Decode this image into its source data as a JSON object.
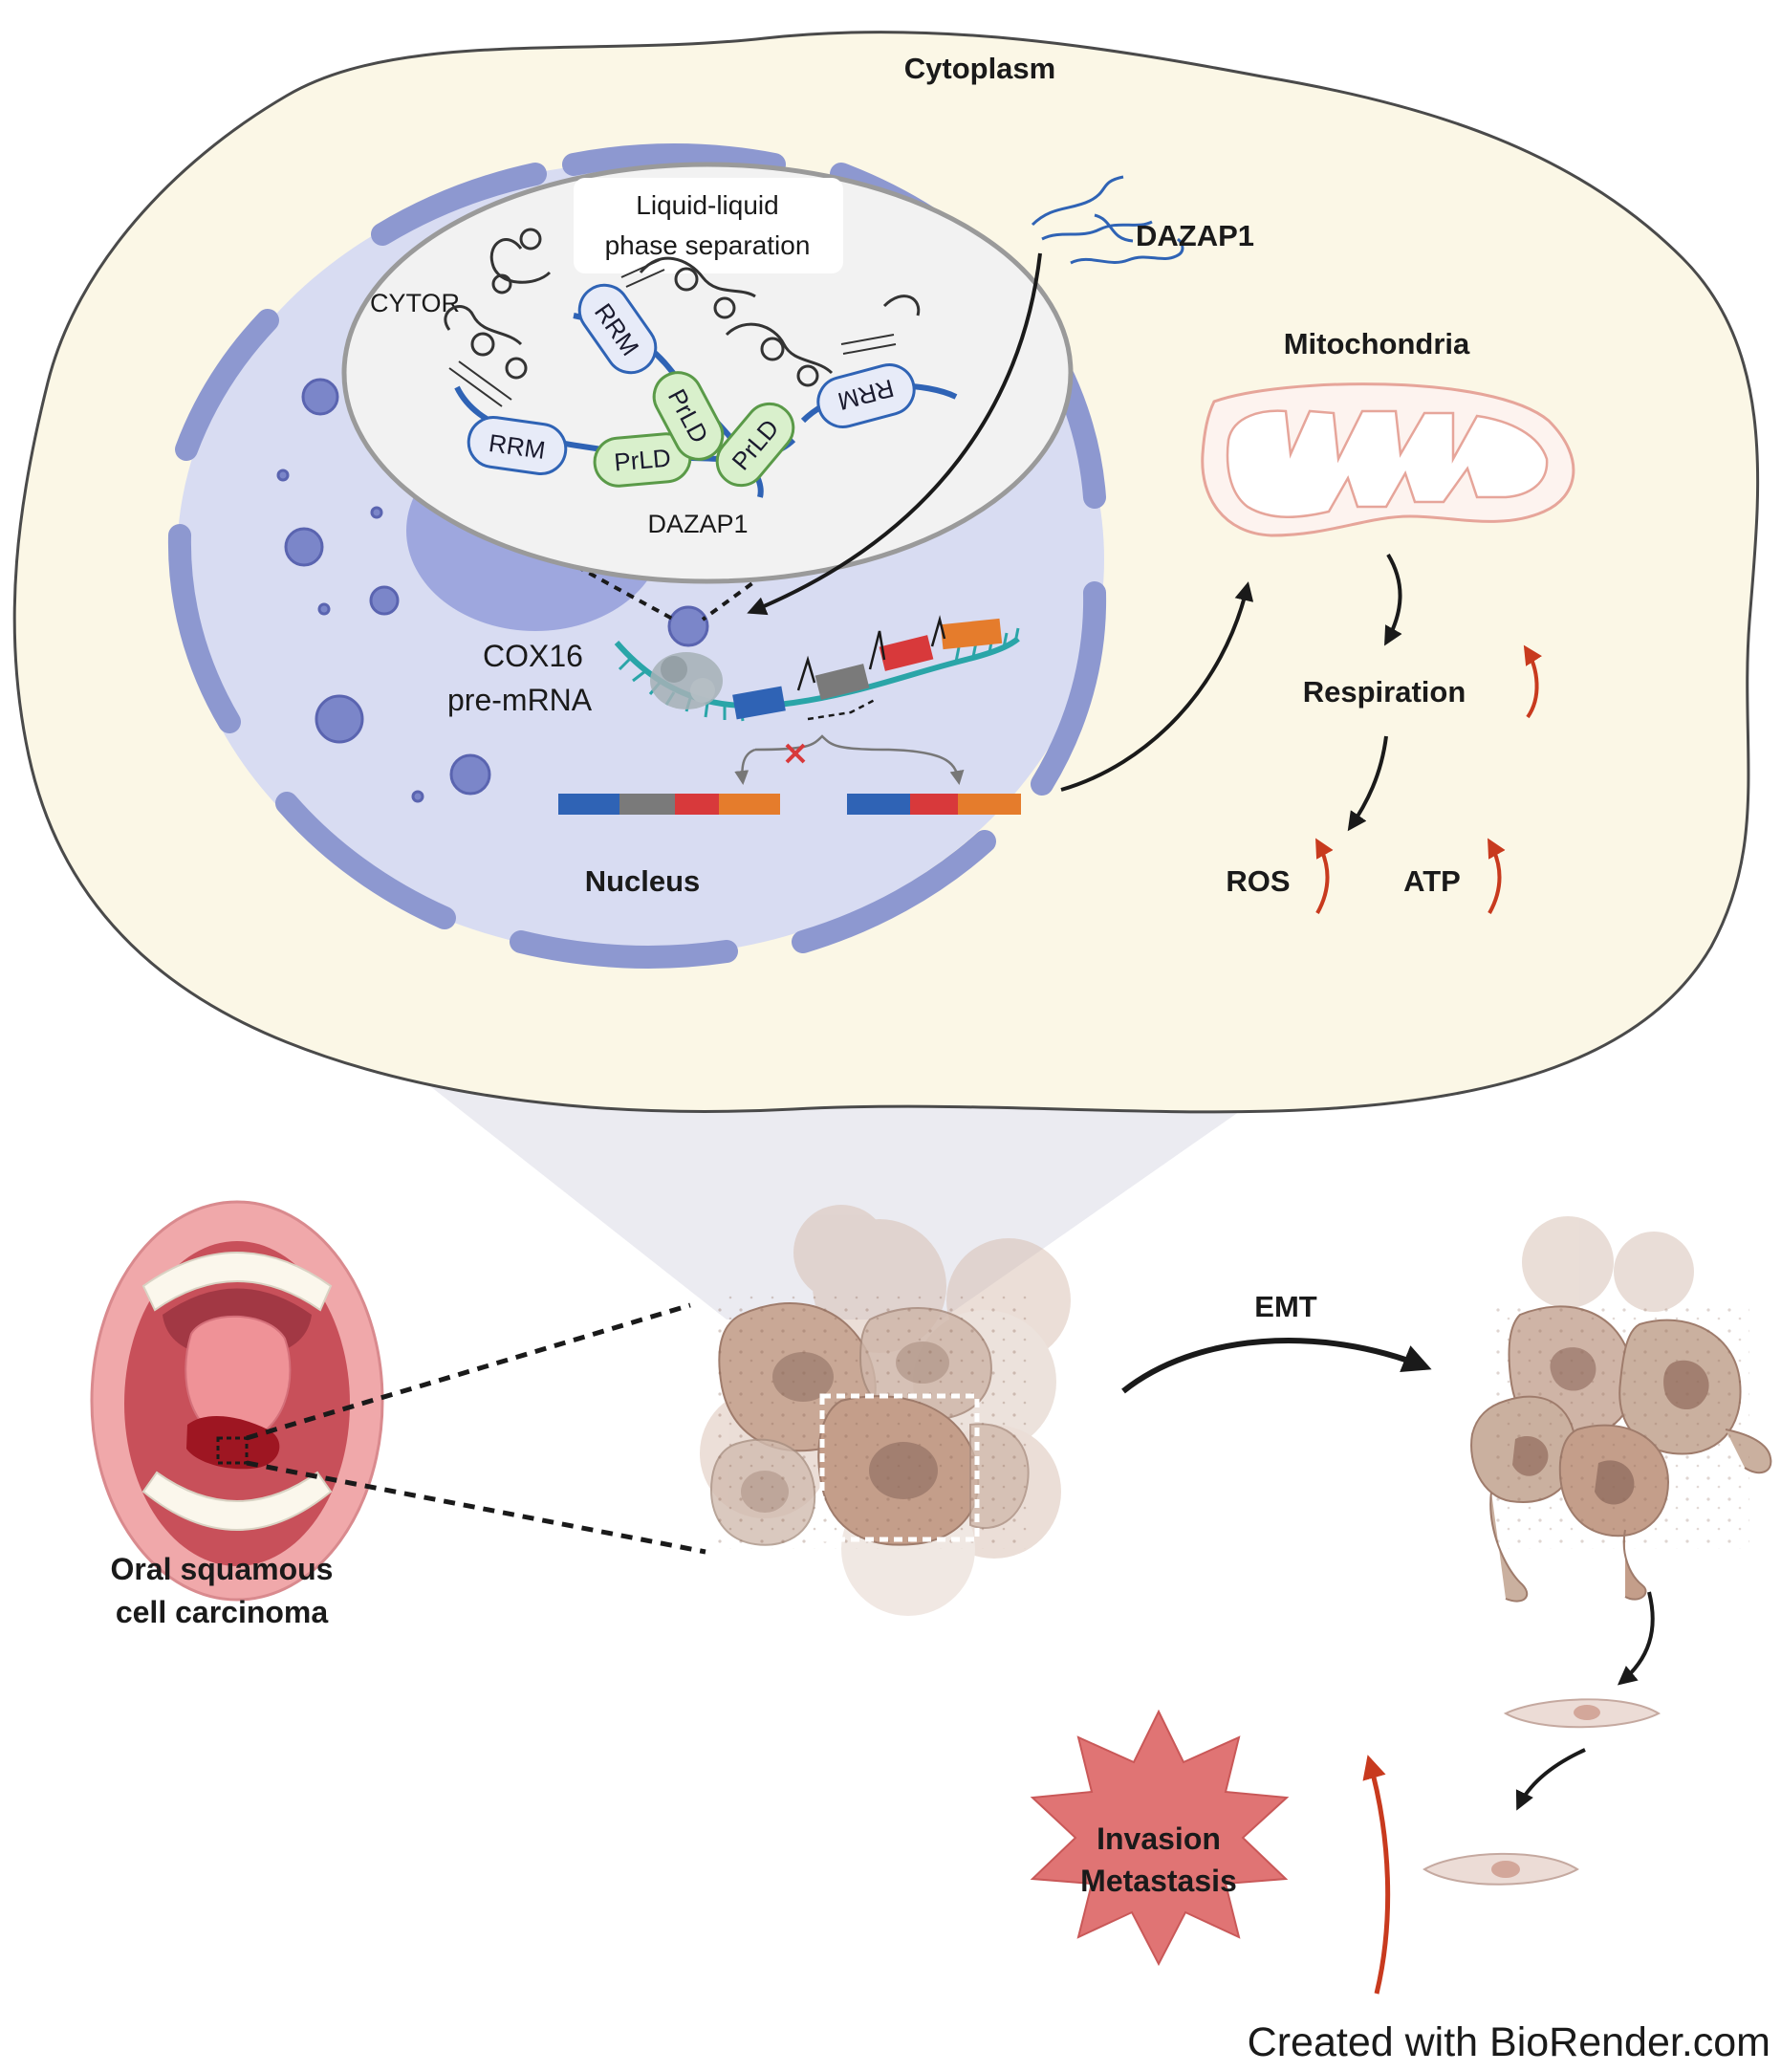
{
  "labels": {
    "cytoplasm": "Cytoplasm",
    "nucleus": "Nucleus",
    "dazap1_outside": "DAZAP1",
    "dazap1_inside": "DAZAP1",
    "mitochondria": "Mitochondria",
    "respiration": "Respiration",
    "ros": "ROS",
    "atp": "ATP",
    "llps_line1": "Liquid-liquid",
    "llps_line2": "phase separation",
    "cytor": "CYTOR",
    "rrm": "RRM",
    "prld": "PrLD",
    "cox16_line1": "COX16",
    "cox16_line2": "pre-mRNA",
    "emt": "EMT",
    "oscc_line1": "Oral squamous",
    "oscc_line2": "cell carcinoma",
    "invasion_line1": "Invasion",
    "invasion_line2": "Metastasis",
    "credit": "Created with BioRender.com"
  },
  "colors": {
    "cytoplasm_fill": "#fbf7e6",
    "nucleus_fill": "#d8dcf2",
    "nuclear_envelope": "#8d98d0",
    "llps_fill": "#f2f2f2",
    "rrm_fill": "#e7ebf8",
    "prld_fill": "#d9f0cc",
    "mito_stroke": "#e6a59a",
    "up_arrow": "#c83a1e",
    "exon_blue": "#2f63b5",
    "exon_gray": "#7a7a7a",
    "exon_red": "#d8393b",
    "exon_orange": "#e57c2c",
    "tumor_cell": "#c9a896",
    "star_fill": "#e07474"
  }
}
